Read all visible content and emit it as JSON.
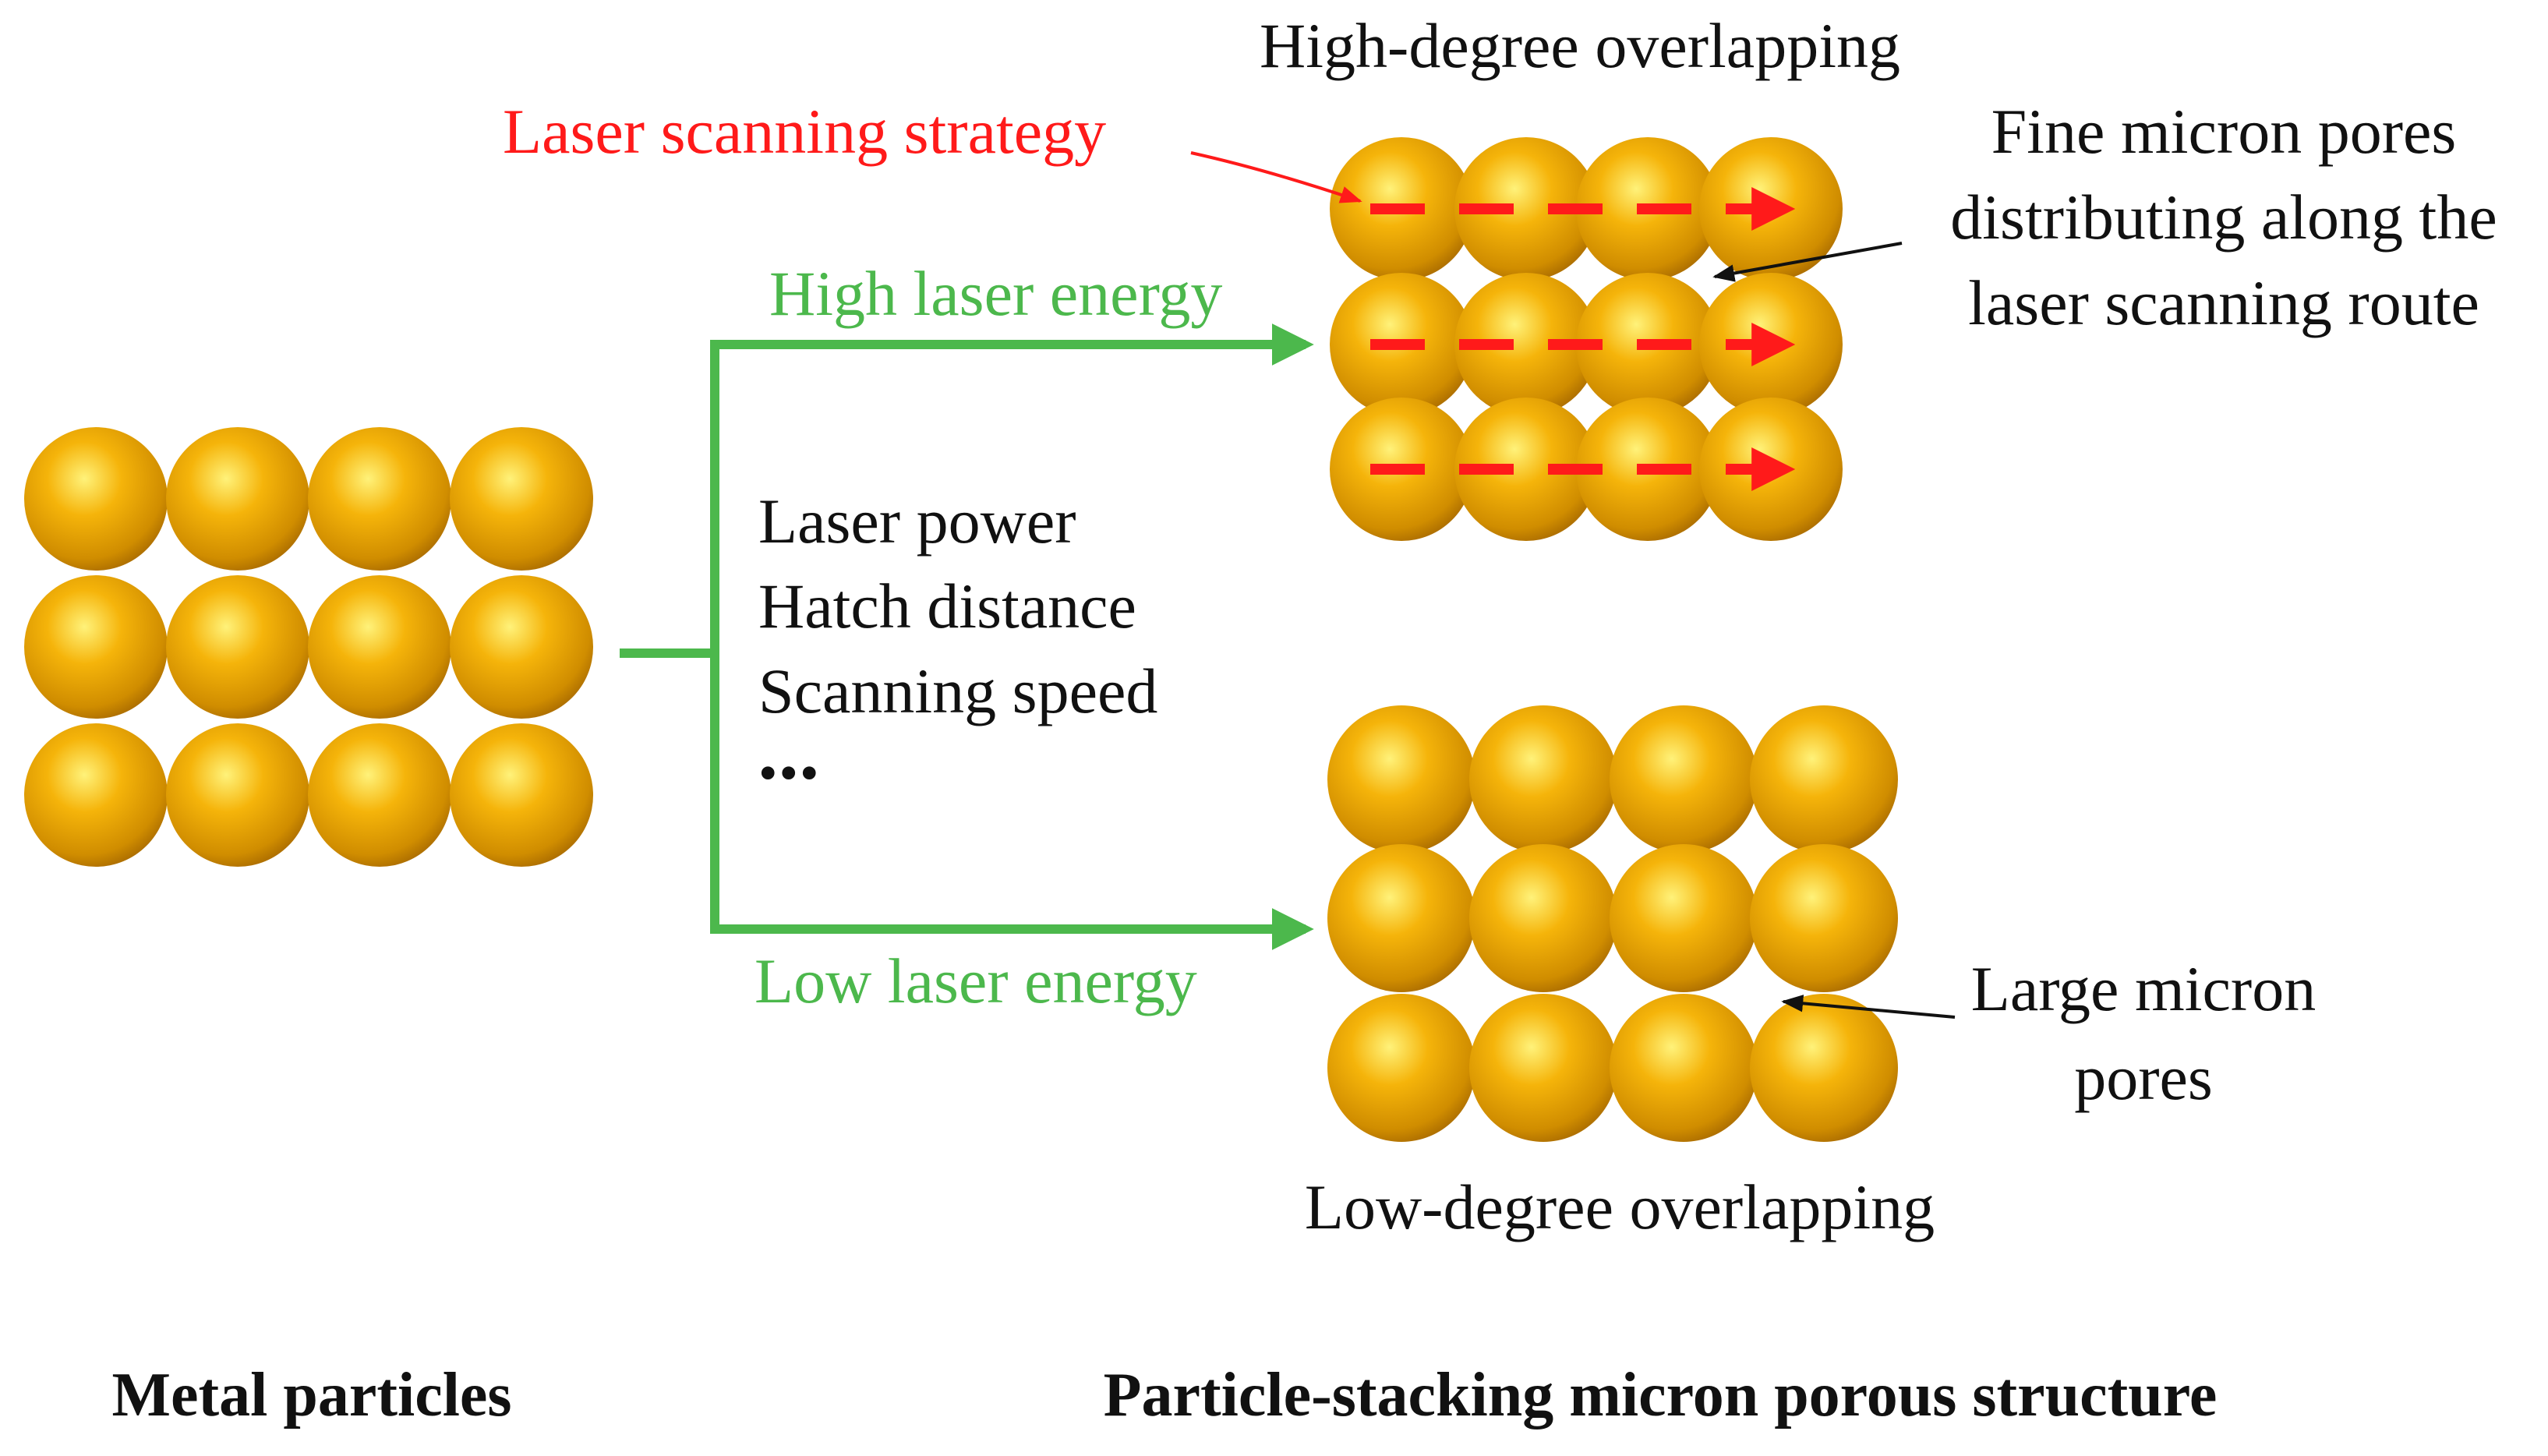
{
  "labels": {
    "high_degree": "High-degree overlapping",
    "low_degree": "Low-degree overlapping",
    "laser_strategy": "Laser scanning strategy",
    "high_energy": "High laser energy",
    "low_energy": "Low laser energy",
    "params": [
      "Laser power",
      "Hatch distance",
      "Scanning speed",
      "•••"
    ],
    "fine_pores": [
      "Fine micron pores",
      "distributing along the",
      "laser scanning route"
    ],
    "large_pores": [
      "Large micron",
      "pores"
    ],
    "metal_particles": "Metal particles",
    "structure": "Particle-stacking micron porous structure"
  },
  "colors": {
    "accent_red": "#ff1a1a",
    "accent_green": "#4cb84c",
    "particle_highlight": "#fff27a",
    "particle_mid": "#f5b40a",
    "particle_shadow": "#a86a00",
    "text": "#111111"
  },
  "grids": {
    "metal": {
      "rows": 3,
      "cols": 4
    },
    "high": {
      "rows": 3,
      "cols": 4
    },
    "low": {
      "rows": 3,
      "cols": 4
    }
  }
}
